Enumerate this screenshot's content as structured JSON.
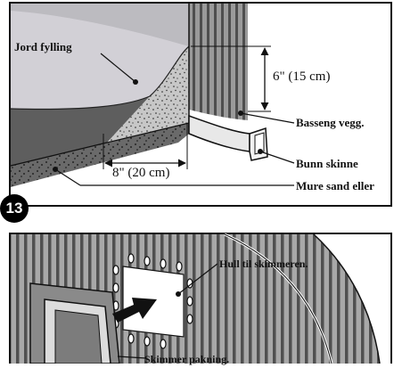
{
  "step_number": "13",
  "top_panel": {
    "labels": {
      "soil_fill": "Jord fylling",
      "height_measure": "6\" (15 cm)",
      "pool_wall": "Basseng vegg.",
      "bottom_rail": "Bunn skinne",
      "width_measure": "8\" (20 cm)",
      "sand": "Mure sand eller"
    }
  },
  "bottom_panel": {
    "labels": {
      "skimmer_hole": "Hull til skimmeren.",
      "skimmer_gasket": "Skimmer pakning."
    }
  },
  "colors": {
    "ink": "#111111",
    "soil_fill": "#d2d0d6",
    "wall_stripe_dark": "#555555",
    "wall_stripe_light": "#9a9a9a",
    "ground_dark": "#5e5e5e",
    "sand": "#bdbdbd"
  }
}
